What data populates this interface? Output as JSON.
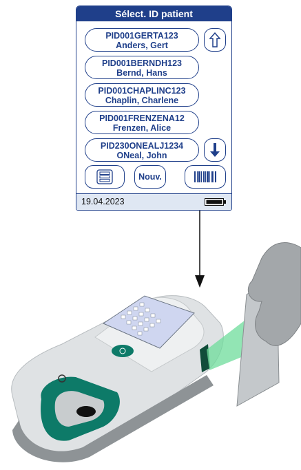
{
  "screen": {
    "title": "Sélect. ID patient",
    "patients": [
      {
        "id": "PID001GERTA123",
        "name": "Anders, Gert"
      },
      {
        "id": "PID001BERNDH123",
        "name": "Bernd, Hans"
      },
      {
        "id": "PID001CHAPLINC123",
        "name": "Chaplin, Charlene"
      },
      {
        "id": "PID001FRENZENA12",
        "name": "Frenzen, Alice"
      },
      {
        "id": "PID230ONEALJ1234",
        "name": "ONeal, John"
      }
    ],
    "scroll_up_icon": "arrow-up-outline-icon",
    "scroll_down_icon": "arrow-down-icon",
    "menu_icon": "list-icon",
    "new_label": "Nouv.",
    "barcode_icon": "barcode-icon",
    "date": "19.04.2023",
    "battery_icon": "battery-full-icon"
  },
  "colors": {
    "accent": "#1f3f8a",
    "status_bar": "#dfe7f3",
    "device_green": "#0d7a68",
    "scan_beam": "#6ddc9b"
  }
}
